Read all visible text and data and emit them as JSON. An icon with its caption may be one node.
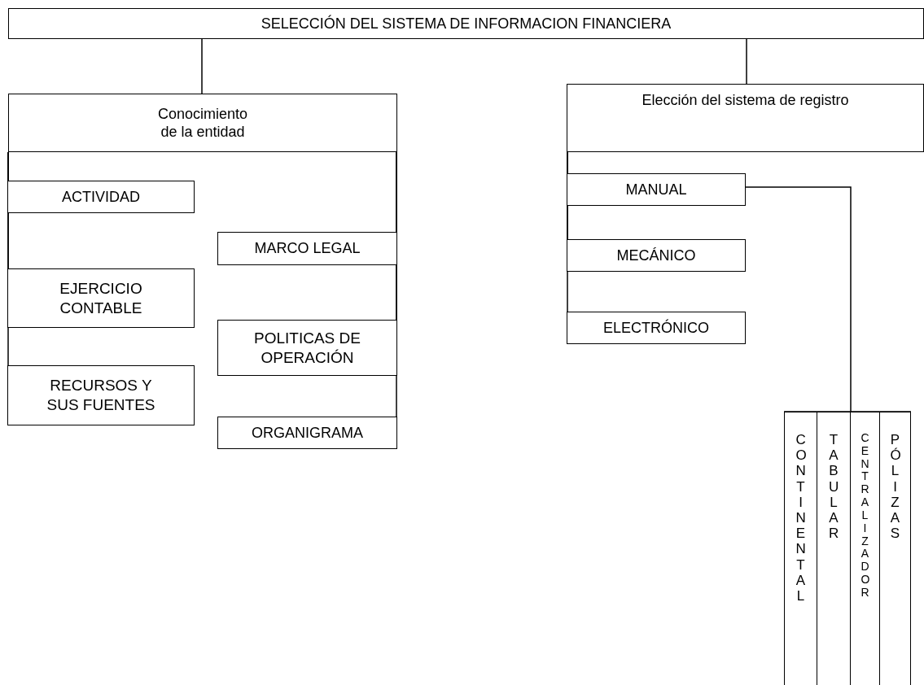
{
  "diagram": {
    "nodes": [
      {
        "text": [
          "SELECCIÓN DEL SISTEMA DE INFORMACION FINANCIERA"
        ]
      },
      {
        "text": [
          "Conocimiento de la entidad"
        ]
      },
      {
        "text": [
          "ACTIVIDAD"
        ]
      },
      {
        "text": [
          "MARCO LEGAL"
        ]
      },
      {
        "text": [
          "EJERCICIO CONTABLE"
        ]
      },
      {
        "text": [
          "POLITICAS DE OPERACIÓN"
        ]
      },
      {
        "text": [
          "RECURSOS Y SUS FUENTES"
        ]
      },
      {
        "text": [
          "ORGANIGRAMA"
        ]
      },
      {
        "text": [
          "Elección del sistema de registro"
        ]
      },
      {
        "text": [
          "MANUAL"
        ]
      },
      {
        "text": [
          "MECÁNICO"
        ]
      },
      {
        "text": [
          "ELECTRÓNICO"
        ]
      },
      {
        "text": [
          "CONTINENTAL"
        ]
      },
      {
        "text": [
          "TABULAR"
        ]
      },
      {
        "text": [
          "CENTRALIZADOR"
        ]
      },
      {
        "text": [
          "PÓLIZAS"
        ]
      }
    ],
    "edges": [
      {
        "from": 0,
        "to": 1,
        "arrow": "none"
      },
      {
        "from": 0,
        "to": 8,
        "arrow": "none"
      },
      {
        "from": 1,
        "to": 2,
        "arrow": "none"
      },
      {
        "from": 1,
        "to": 3,
        "arrow": "none"
      },
      {
        "from": 1,
        "to": 4,
        "arrow": "none"
      },
      {
        "from": 1,
        "to": 5,
        "arrow": "none"
      },
      {
        "from": 1,
        "to": 6,
        "arrow": "none"
      },
      {
        "from": 1,
        "to": 7,
        "arrow": "none"
      },
      {
        "from": 8,
        "to": 9,
        "arrow": "none"
      },
      {
        "from": 8,
        "to": 10,
        "arrow": "none"
      },
      {
        "from": 8,
        "to": 11,
        "arrow": "none"
      },
      {
        "from": 9,
        "to": 12,
        "arrow": "none"
      },
      {
        "from": 9,
        "to": 13,
        "arrow": "none"
      },
      {
        "from": 9,
        "to": 14,
        "arrow": "none"
      },
      {
        "from": 9,
        "to": 15,
        "arrow": "none"
      }
    ]
  }
}
